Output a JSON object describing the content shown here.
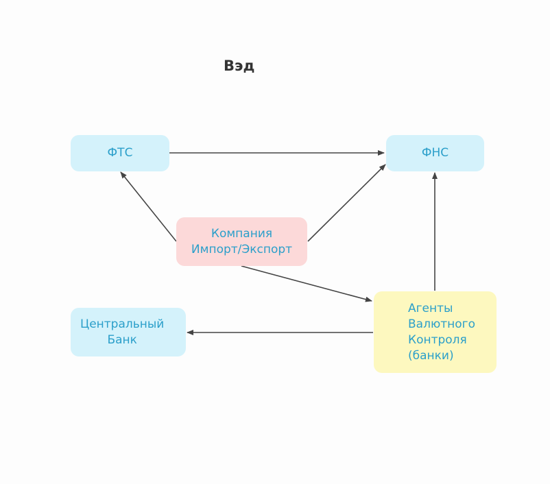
{
  "title": "Вэд",
  "nodes": {
    "fts": "ФТС",
    "fns": "ФНС",
    "company": "Компания\nИмпорт/Экспорт",
    "central_bank": "Центральный\nБанк",
    "agents": "Агенты\nВалютного\nКонтроля\n(банки)"
  },
  "edges": [
    {
      "from": "fts",
      "to": "fns"
    },
    {
      "from": "company",
      "to": "fts"
    },
    {
      "from": "company",
      "to": "fns"
    },
    {
      "from": "company",
      "to": "agents"
    },
    {
      "from": "agents",
      "to": "fns"
    },
    {
      "from": "agents",
      "to": "central_bank"
    }
  ],
  "colors": {
    "blue_fill": "#d4f2fb",
    "pink_fill": "#fcd9d9",
    "yellow_fill": "#fdf8bf",
    "text": "#2b9fca",
    "arrow": "#444444"
  }
}
